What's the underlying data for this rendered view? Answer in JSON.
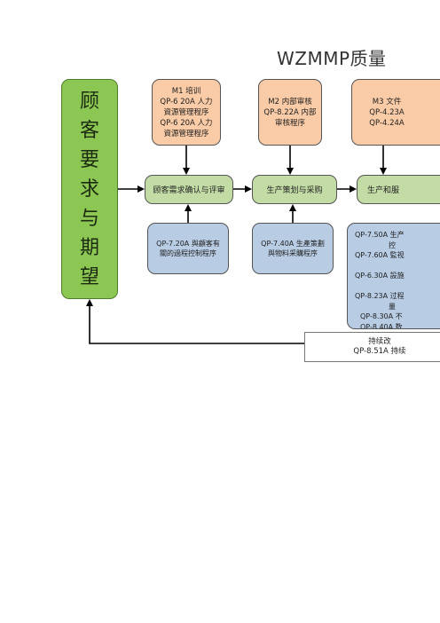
{
  "title": "WZMMP质量",
  "customer": {
    "chars": [
      "顾",
      "客",
      "要",
      "求",
      "与",
      "期",
      "望"
    ]
  },
  "mgmt": [
    {
      "lines": [
        "M1 培训",
        "QP-6 20A 人力",
        "資源管理程序",
        "QP-6 20A 人力",
        "資源管理程序"
      ]
    },
    {
      "lines": [
        "M2 内部审核",
        "QP-8.22A 内部",
        "审核程序"
      ]
    },
    {
      "lines": [
        "M3 文件",
        "QP-4.23A",
        "QP-4.24A"
      ]
    }
  ],
  "processes": [
    "顾客需求确认与评审",
    "生产策划与采购",
    "生产和服"
  ],
  "procedures": [
    {
      "lines": [
        "QP-7.20A 與顧客有",
        "關的過程控制程序"
      ]
    },
    {
      "lines": [
        "QP-7.40A 生產策劃",
        "與物料采購程序"
      ]
    },
    {
      "lines": [
        "QP-7.50A 生产",
        "控",
        "QP-7.60A 監视",
        "",
        "QP-6.30A 設施",
        "",
        "QP-8.23A 过程",
        "量",
        "QP-8.30A 不",
        "QP-8.40A 数"
      ]
    }
  ],
  "continual": {
    "lines": [
      "持续改",
      "QP-8.51A 持续"
    ]
  }
}
